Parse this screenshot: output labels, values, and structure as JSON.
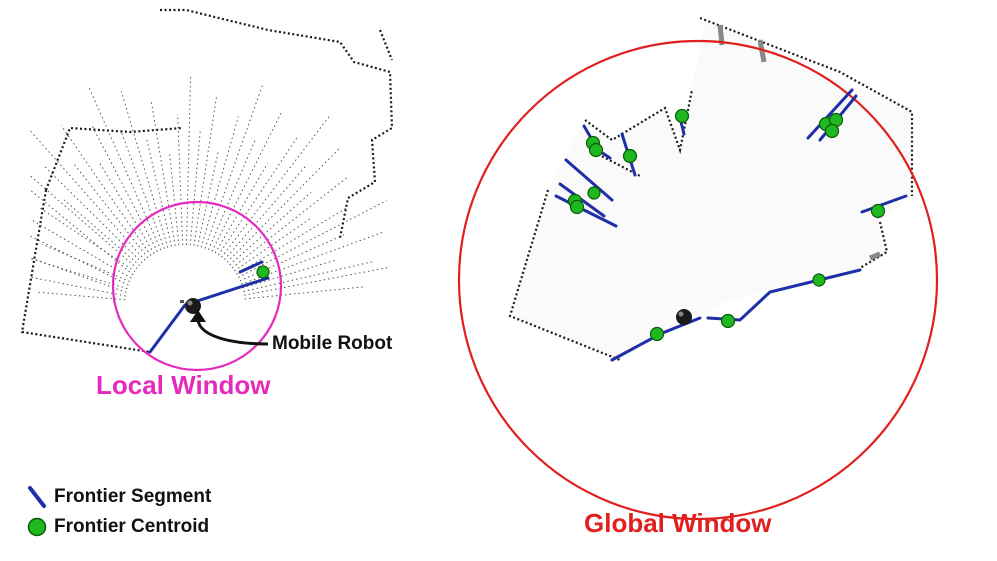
{
  "labels": {
    "local_window": "Local Window",
    "global_window": "Global Window",
    "mobile_robot": "Mobile Robot"
  },
  "legend": {
    "segment": "Frontier Segment",
    "centroid": "Frontier Centroid"
  },
  "colors": {
    "local_window": "#e52bbd",
    "global_window": "#e01f1f",
    "frontier_segment": "#1f2fa8",
    "frontier_centroid": "#1fb81f",
    "scan_points": "#1a1a1a",
    "robot": "#1a1a1a"
  }
}
